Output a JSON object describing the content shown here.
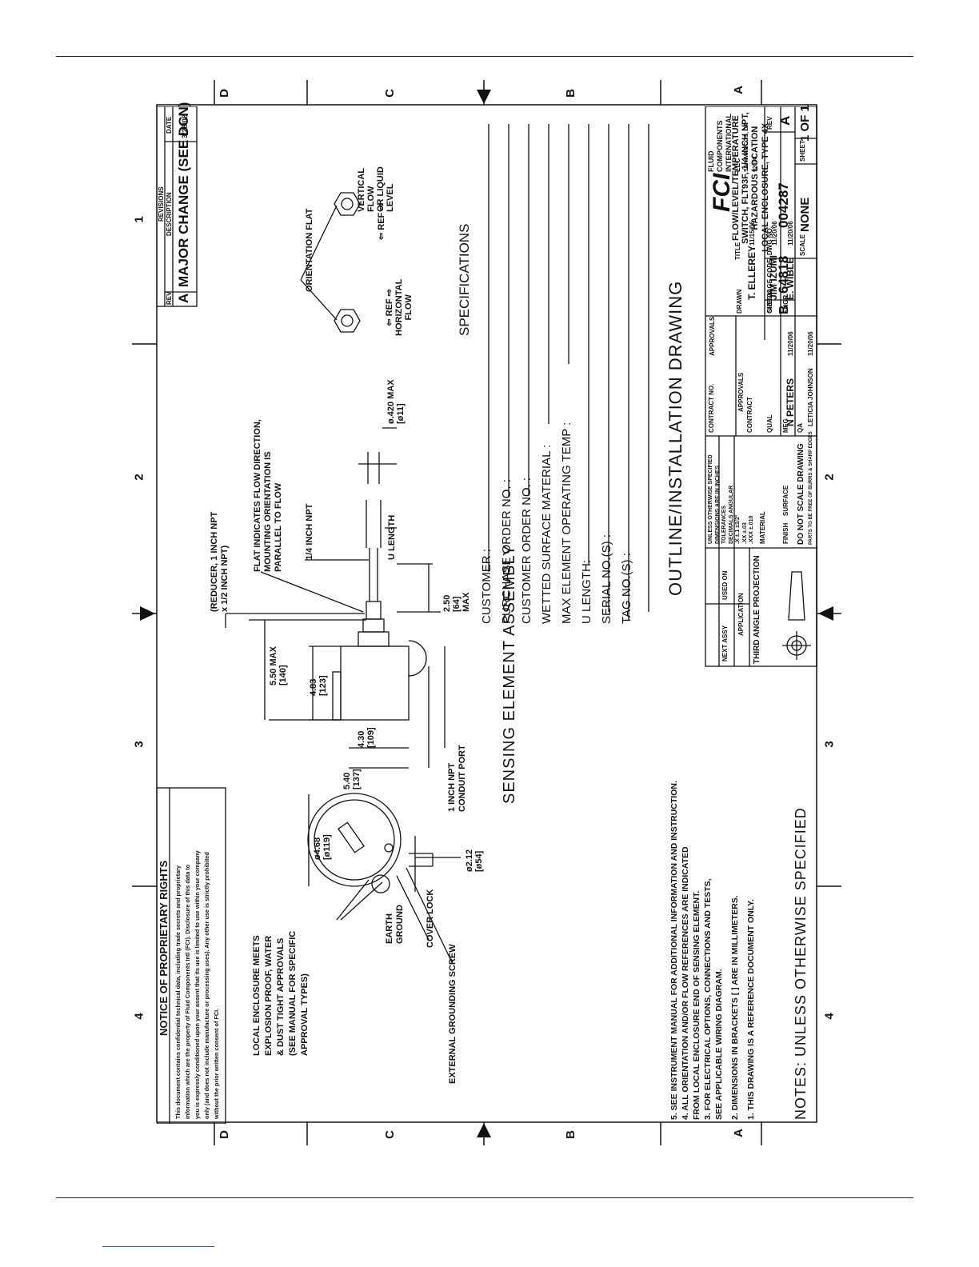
{
  "zone_labels": {
    "columns": [
      "4",
      "3",
      "2",
      "1"
    ],
    "rows": [
      "D",
      "C",
      "B",
      "A"
    ]
  },
  "revisions": {
    "header": "REVISIONS",
    "col_rev": "REV",
    "col_description": "DESCRIPTION",
    "col_date": "DATE",
    "rev": "A",
    "description": "MAJOR CHANGE (SEE DCN)",
    "date": "3/28/08"
  },
  "proprietary": {
    "title": "NOTICE OF PROPRIETARY RIGHTS",
    "lines": [
      "This document contains confidential technical data, including trade secrets and proprietary",
      "information which are the property of Fluid Components Intl (FCI). Disclosure of this data to",
      "you is expressly conditioned upon your assent that its use is limited to use within your company",
      "only (and does not include manufacture or processing uses). Any other use is strictly prohibited",
      "without the prior written consent of FCI."
    ]
  },
  "callouts": {
    "enclosure": [
      "LOCAL ENCLOSURE MEETS",
      "EXPLOSION PROOF, WATER",
      "& DUST TIGHT APPROVALS",
      "(SEE MANUAL FOR SPECIFIC",
      "APPROVAL TYPES)"
    ],
    "earth_ground": [
      "EARTH",
      "GROUND"
    ],
    "cover_lock": "COVER LOCK",
    "ext_ground": "EXTERNAL GROUNDING SCREW",
    "conduit": [
      "1 INCH NPT",
      "CONDUIT PORT"
    ],
    "reducer": [
      "(REDUCER, 1 INCH NPT",
      "x 1/2 INCH NPT)"
    ],
    "flat": [
      "FLAT INDICATES FLOW DIRECTION,",
      "MOUNTING ORIENTATION IS",
      "PARALLEL TO FLOW"
    ],
    "npt_quarter": "1/4 INCH NPT",
    "u_length": "U LENGTH",
    "orientation_flat": "ORIENTATION FLAT",
    "ref_horizontal": [
      "REF",
      "HORIZONTAL",
      "FLOW"
    ],
    "ref_vertical": [
      "REF",
      "VERTICAL",
      "FLOW",
      "OR LIQUID",
      "LEVEL"
    ]
  },
  "dimensions": {
    "dia_468": [
      "ø4.68",
      "[ø119]"
    ],
    "dia_212": [
      "ø2.12",
      "[ø54]"
    ],
    "d540": [
      "5.40",
      "[137]"
    ],
    "d430": [
      "4.30",
      "[109]"
    ],
    "d483": [
      "4.83",
      "[123]"
    ],
    "d550": [
      "5.50 MAX",
      "[140]"
    ],
    "d250": [
      "2.50",
      "[64]",
      "MAX"
    ],
    "d420": [
      "ø.420 MAX",
      "[ø11]"
    ]
  },
  "sensing_title": "SENSING ELEMENT ASSEMBLY",
  "specifications": {
    "title": "SPECIFICATIONS",
    "fields": [
      "CUSTOMER :",
      "PURCHASE ORDER NO. :",
      "CUSTOMER ORDER NO. :",
      "WETTED SURFACE MATERIAL :",
      "MAX ELEMENT OPERATING TEMP :",
      "U LENGTH:",
      "SERIAL NO.(S) :",
      "TAG NO.(S) :"
    ]
  },
  "outline_title": "OUTLINE/INSTALLATION DRAWING",
  "notes": {
    "heading": "NOTES: UNLESS OTHERWISE SPECIFIED",
    "items": [
      "1. THIS DRAWING IS A REFERENCE DOCUMENT ONLY.",
      "2. DIMENSIONS IN BRACKETS [ ] ARE IN MILLIMETERS.",
      "3. FOR ELECTRICAL OPTIONS, CONNECTIONS AND TESTS,",
      "    SEE APPLICABLE WIRING DIAGRAM.",
      "4. ALL ORIENTATION AND/OR FLOW REFERENCES ARE INDICATED",
      "    FROM LOCAL ENCLOSURE END OF SENSING ELEMENT.",
      "5. SEE INSTRUMENT MANUAL FOR ADDITIONAL INFORMATION AND INSTRUCTION."
    ]
  },
  "title_block": {
    "next_assy": "NEXT ASSY",
    "used_on": "USED ON",
    "application": "APPLICATION",
    "projection": "THIRD ANGLE PROJECTION",
    "tolerances": [
      "UNLESS OTHERWISE SPECIFIED",
      "DIMENSIONS ARE IN INCHES",
      "TOLERANCES",
      "DECIMALS   ANGULAR",
      ".X  ±.1     ±1/2°",
      ".XX  ±.03",
      ".XXX  ±.010"
    ],
    "material": "MATERIAL",
    "finish": [
      "FINISH",
      "SURFACE"
    ],
    "no_scale": "DO NOT SCALE DRAWING",
    "burrs": "PARTS TO BE FREE OF BURRS & SHARP EDGES",
    "contract_no": "CONTRACT NO.",
    "approvals": "APPROVALS",
    "contract": "CONTRACT",
    "qual": "QUAL",
    "mfg": "MFG",
    "qa": "QA",
    "drawn": "DRAWN",
    "check": "CHECK",
    "engr": "ENGR",
    "n_peters": "N PETERS",
    "n_peters_date": "11/20/06",
    "leticia": "LETICIA JOHNSON",
    "leticia_date": "11/20/06",
    "ellerey": "T. ELLEREY",
    "ellerey_date": "11/15/06",
    "izumi": "JIM IZUMI",
    "izumi_date": "11/20/06",
    "wible": "E. WIBLE",
    "wible_date": "11/20/06",
    "logo": "FCI",
    "company": [
      "FLUID COMPONENTS",
      "INTERNATIONAL LLC",
      "SAN MARCOS, CA 92078"
    ],
    "title_label": "TITLE",
    "title": [
      "FLOW/LEVEL/TEMPERATURE",
      "SWITCH, FLT93F, 1/4 INCH NPT,",
      "HAZARDOUS LOCATION",
      "LOCAL ENCLOSURE, TYPE 4X"
    ],
    "size_label": "SIZE",
    "size": "B",
    "cage_label": "CAGE CODE",
    "cage": "64818",
    "dwg_label": "DWG NO.",
    "dwg": "004287",
    "rev_label": "REV",
    "rev": "A",
    "scale_label": "SCALE",
    "scale": "NONE",
    "sheet_label": "SHEET",
    "sheet": "1 OF 1"
  }
}
